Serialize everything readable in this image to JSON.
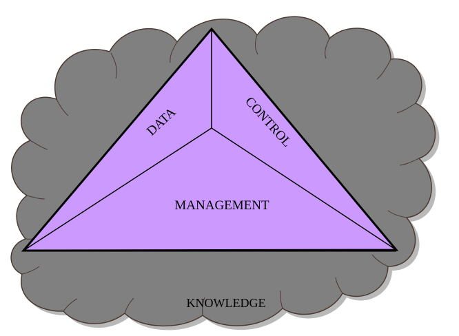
{
  "labels": {
    "data": "DATA",
    "control": "CONTROL",
    "management": "MANAGEMENT",
    "knowledge": "KNOWLEDGE"
  },
  "colors": {
    "cloud_fill": "#808080",
    "cloud_stroke": "#4a3a32",
    "cloud_shadow": "#b9b9b9",
    "pyramid_fill": "#cc99ff",
    "line": "#000000",
    "background": "#ffffff"
  }
}
